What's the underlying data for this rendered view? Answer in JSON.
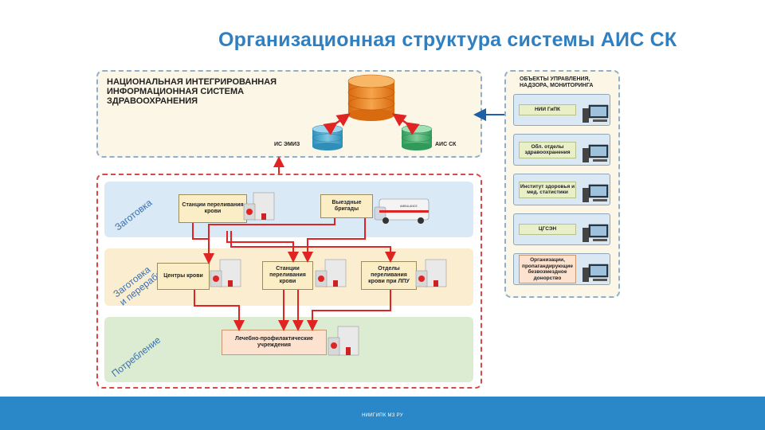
{
  "title": "Организационная структура системы АИС СК",
  "national": {
    "title": "НАЦИОНАЛЬНАЯ ИНТЕГРИРОВАННАЯ ИНФОРМАЦИОННАЯ СИСТЕМА ЗДРАВООХРАНЕНИЯ",
    "db_left_label": "ИС ЭМИЗ",
    "db_right_label": "АИС СК"
  },
  "bands": {
    "procurement": "Заготовка",
    "processing_line1": "Заготовка",
    "processing_line2": "и переработка",
    "consumption": "Потребление"
  },
  "nodes": {
    "stations_top": "Станции переливания крови",
    "mobile_teams": "Выездные бригады",
    "blood_centers": "Центры крови",
    "stations_mid": "Станции переливания крови",
    "departments": "Отделы переливания крови при ЛПУ",
    "medical": "Лечебно-профилактические учреждения"
  },
  "ambulance_text": "AMBULANCE",
  "objects": {
    "title": "ОБЪЕКТЫ УПРАВЛЕНИЯ, НАДЗОРА, МОНИТОРИНГА",
    "items": [
      "НИИ ГиПК",
      "Обл. отделы здравоохранения",
      "Институт здоровья и мед. статистики",
      "ЦГСЭН",
      "Организации, пропагандирующие безвозмездное донорство"
    ]
  },
  "footer": "НИИГИПК МЗ РУ",
  "colors": {
    "title": "#2f7fc1",
    "arrow": "#e02424",
    "link_arrow": "#1f5fa8",
    "footer": "#2a88c8"
  }
}
